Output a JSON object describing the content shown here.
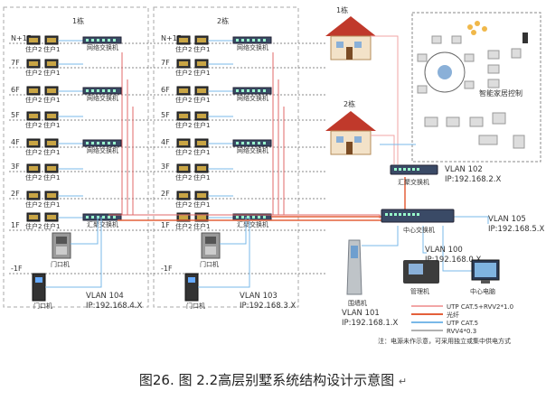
{
  "buildings": [
    {
      "label": "1栋",
      "switch_label": "网络交换机",
      "agg_label": "汇聚交换机",
      "floors": [
        "N+1F",
        "7F",
        "6F",
        "5F",
        "4F",
        "3F",
        "2F",
        "1F",
        "-1F"
      ],
      "units": [
        "住户2",
        "住户1"
      ],
      "door1": "门口机",
      "door2": "门口机",
      "vlan": "VLAN 104",
      "ip": "IP:192.168.4.X"
    },
    {
      "label": "2栋",
      "switch_label": "网络交换机",
      "agg_label": "汇聚交换机",
      "floors": [
        "N+1F",
        "7F",
        "6F",
        "5F",
        "4F",
        "3F",
        "2F",
        "1F",
        "-1F"
      ],
      "units": [
        "住户2",
        "住户1"
      ],
      "door1": "门口机",
      "door2": "门口机",
      "vlan": "VLAN 103",
      "ip": "IP:192.168.3.X"
    }
  ],
  "houses": [
    {
      "label": "1栋"
    },
    {
      "label": "2栋"
    }
  ],
  "smart_home": {
    "label": "智能家居控制"
  },
  "agg_right": {
    "label": "汇聚交换机",
    "vlan": "VLAN 102",
    "ip": "IP:192.168.2.X"
  },
  "core": {
    "label": "中心交换机"
  },
  "vlan105": "VLAN 105",
  "ip105": "IP:192.168.5.X",
  "guard": {
    "label": "围墙机",
    "vlan": "VLAN 101",
    "ip": "IP:192.168.1.X"
  },
  "mgmt": {
    "label": "管理机",
    "vlan": "VLAN 100",
    "ip": "IP:192.168.0.X"
  },
  "pc": {
    "label": "中心电脑"
  },
  "legend": {
    "items": [
      "UTP CAT.5+RVV2*1.0",
      "光纤",
      "UTP CAT.5",
      "RVV4*0.3"
    ],
    "colors": [
      "#f2a6a6",
      "#e4603a",
      "#79b8e8",
      "#b0b0b0"
    ],
    "note": "注：电源未作示意，可采用独立或集中供电方式"
  },
  "caption": {
    "prefix": "图26.",
    "text": "图 2.2高层别墅系统结构设计示意图",
    "mark": "↵"
  }
}
